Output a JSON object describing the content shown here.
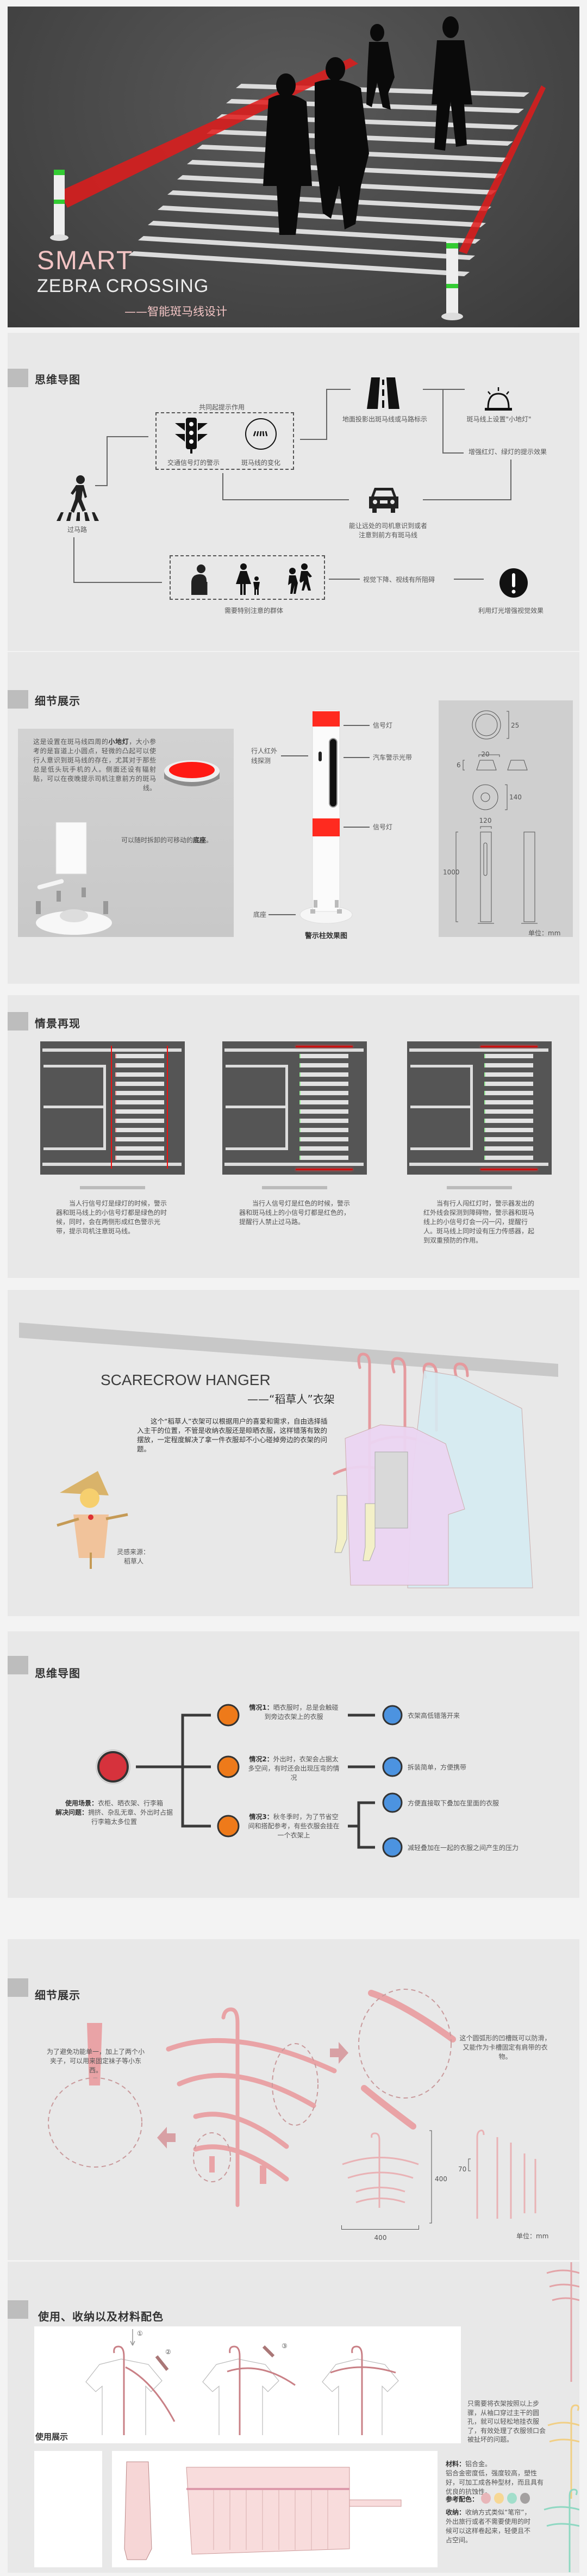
{
  "hero": {
    "title_line1": "SMART",
    "title_line2": "ZEBRA CROSSING",
    "subtitle": "——智能斑马线设计"
  },
  "mindmap1": {
    "title": "思维导图",
    "group_caption": "共同起提示作用",
    "traffic_light": "交通信号灯的警示",
    "zebra_change": "斑马线的变化",
    "pedestrian": "过马路",
    "projection": "地面投影出斑马线或马路标示",
    "ground_light": "斑马线上设置\"小地灯\"",
    "enhance": "增强红灯、绿灯的提示效果",
    "driver_line1": "能让远处的司机意识到或者",
    "driver_line2": "注意到前方有斑马线",
    "vision": "视觉下降、视线有所阻碍",
    "groups": "需要特别注意的群体",
    "light_effect": "利用灯光增强视觉效果"
  },
  "detail1": {
    "title": "细节展示",
    "light_pre": "这是设置在斑马线四周的",
    "light_bold": "小地灯",
    "light_post": "，大小参考的是盲道上小圆点，轻微的凸起可以使行人意识到斑马线的存在，尤其对于那些总是低头玩手机的人。侧面还设有辐射贴，可以在夜晚提示司机注意前方的斑马线。",
    "base_pre": "可以随时拆卸的可移动的",
    "base_bold": "底座",
    "base_post": "。",
    "label_signal_top": "信号灯",
    "label_band": "汽车警示光带",
    "label_ir_line1": "行人红外",
    "label_ir_line2": "线探测",
    "label_signal_mid": "信号灯",
    "label_base": "底座",
    "caption": "警示柱效果图",
    "dim_25": "25",
    "dim_20": "20",
    "dim_6": "6",
    "dim_140": "140",
    "dim_120": "120",
    "dim_1000": "1000",
    "unit": "单位：mm",
    "colors": {
      "signal": "#ff2a1f"
    }
  },
  "scenario": {
    "title": "情景再现",
    "texts": [
      "当人行信号灯是绿灯的时候，警示器和斑马线上的小信号灯都是绿色的时候，同时，会在两侧形成红色警示光带，提示司机注意斑马线。",
      "当行人信号灯是红色的时候，警示器和斑马线上的小信号灯都是红色的，提醒行人禁止过马路。",
      "当有行人闯红灯时，警示器发出的红外线会探测到障碍物，警示器和斑马线上的小信号灯会一闪一闪，提醒行人。斑马线上同时设有压力传感器，起到双重预防的作用。"
    ]
  },
  "scarecrow": {
    "title": "SCARECROW HANGER",
    "subtitle": "——“稻草人”衣架",
    "para": "这个“稻草人”衣架可以根据用户的喜爱和需求，自由选择插入主干的位置，不管是收纳衣服还是晾晒衣服，这样错落有致的摆放，一定程度解决了拿一件衣服却不小心碰掉旁边的衣架的问题。",
    "inspiration_label": "灵感来源：",
    "inspiration": "稻草人"
  },
  "mindmap2": {
    "title": "思维导图",
    "scene_label": "使用场景：",
    "scene": "衣柜、晒衣架、行李箱",
    "problem_label": "解决问题：",
    "problem": "拥挤、杂乱无章、外出时占据行李箱太多位置",
    "cases": [
      {
        "label": "情况1：",
        "text": "晒衣服时，总是会触碰到旁边衣架上的衣服"
      },
      {
        "label": "情况2：",
        "text": "外出时，衣架会占据太多空间，有时还会出现压弯的情况"
      },
      {
        "label": "情况3：",
        "text": "秋冬季时，为了节省空间和搭配参考，有些衣服会挂在一个衣架上"
      }
    ],
    "results": [
      "衣架高低错落开来",
      "拆装简单，方便携带",
      "方便直接取下叠加在里面的衣服",
      "减轻叠加在一起的衣服之间产生的压力"
    ],
    "colors": {
      "root": "#d6323c",
      "case": "#ee7a1a",
      "result": "#4c93e0"
    }
  },
  "detail2": {
    "title": "细节展示",
    "clip_text": "为了避免功能单一，加上了两个小夹子，可以用来固定袜子等小东西。",
    "groove_text": "这个圆弧形的凹槽既可以防滑，又能作为卡槽固定有肩带的衣物。",
    "dim_height": "400",
    "dim_hook": "70",
    "dim_width": "400",
    "unit": "单位：mm",
    "colors": {
      "hanger": "#e9a3a6"
    }
  },
  "usage": {
    "title": "使用、收纳以及材料配色",
    "steps": [
      "①",
      "②",
      "③"
    ],
    "demo_label": "使用展示",
    "demo_text": "只需要将衣架按照以上步骤，从袖口穿过主干的圆孔，就可以轻松地挂衣服了，有效处理了衣服领口会被扯坏的问题。",
    "material_label": "材料：",
    "material": "铝合金。",
    "material_desc": "铝合金密度低，强度较高，塑性好，可加工成各种型材，而且具有优良的抗蚀性。",
    "palette_label": "参考配色：",
    "palette": [
      "#e8b6b9",
      "#f6d795",
      "#a2decb",
      "#a3a0a0"
    ],
    "storage_label": "收纳：",
    "storage": "收纳方式类似“笔帘”，外出旅行或者不需要使用的时候可以这样卷起来，轻便且不占空间。"
  }
}
